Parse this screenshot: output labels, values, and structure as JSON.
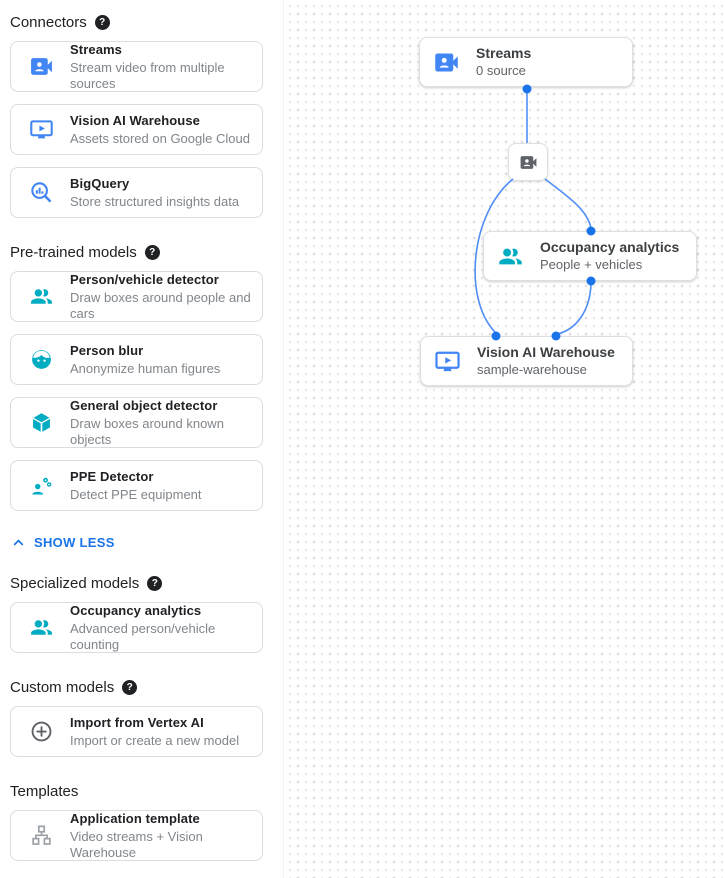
{
  "colors": {
    "icon_blue": "#4285f4",
    "icon_teal": "#00acc1",
    "icon_gray": "#5f6368",
    "icon_light_gray": "#9aa0a6",
    "link_blue": "#1a73e8",
    "edge_blue": "#4f8df7",
    "dot_blue": "#1a73e8"
  },
  "sidebar": {
    "sections": [
      {
        "title": "Connectors",
        "has_help": true,
        "items": [
          {
            "icon": "video-camera-front-icon",
            "title": "Streams",
            "subtitle": "Stream video from multiple sources"
          },
          {
            "icon": "smart-display-icon",
            "title": "Vision AI Warehouse",
            "subtitle": "Assets stored on Google Cloud"
          },
          {
            "icon": "bigquery-icon",
            "title": "BigQuery",
            "subtitle": "Store structured insights data"
          }
        ]
      },
      {
        "title": "Pre-trained models",
        "has_help": true,
        "items": [
          {
            "icon": "group-icon",
            "title": "Person/vehicle detector",
            "subtitle": "Draw boxes around people and cars"
          },
          {
            "icon": "face-icon",
            "title": "Person blur",
            "subtitle": "Anonymize human figures"
          },
          {
            "icon": "cube-icon",
            "title": "General object detector",
            "subtitle": "Draw boxes around known objects"
          },
          {
            "icon": "ppe-icon",
            "title": "PPE Detector",
            "subtitle": "Detect PPE equipment"
          }
        ]
      },
      {
        "title": "Specialized models",
        "has_help": true,
        "items": [
          {
            "icon": "group-icon",
            "title": "Occupancy analytics",
            "subtitle": "Advanced person/vehicle counting"
          }
        ]
      },
      {
        "title": "Custom models",
        "has_help": true,
        "items": [
          {
            "icon": "add-circle-icon",
            "title": "Import from Vertex AI",
            "subtitle": "Import or create a new model"
          }
        ]
      },
      {
        "title": "Templates",
        "has_help": false,
        "items": [
          {
            "icon": "schema-icon",
            "title": "Application template",
            "subtitle": "Video streams + Vision Warehouse"
          }
        ]
      }
    ],
    "show_less_label": "SHOW LESS"
  },
  "canvas": {
    "nodes": {
      "streams": {
        "title": "Streams",
        "subtitle": "0 source"
      },
      "occupancy": {
        "title": "Occupancy analytics",
        "subtitle": "People + vehicles"
      },
      "warehouse": {
        "title": "Vision AI Warehouse",
        "subtitle": "sample-warehouse"
      }
    }
  }
}
